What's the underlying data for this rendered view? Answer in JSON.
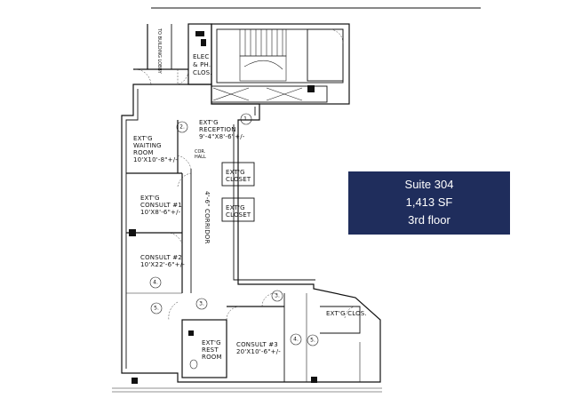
{
  "suite_box": {
    "line1": "Suite 304",
    "line2": "1,413 SF",
    "line3": "3rd floor",
    "background": "#1f2d5c",
    "text_color": "#ffffff"
  },
  "plan": {
    "to_lobby": "TO BUILDING LOBBY",
    "elec_closet": [
      "ELEC",
      "& PH.",
      "CLOS."
    ],
    "reception": [
      "EXT'G",
      "RECEPTION",
      "9'-4\"X8'-6\"+/-"
    ],
    "waiting": [
      "EXT'G",
      "WAITING",
      "ROOM",
      "10'X10'-8\"+/-"
    ],
    "cor_hall": [
      "COR.",
      "HALL"
    ],
    "closet_a": [
      "EXT'G",
      "CLOSET"
    ],
    "closet_b": [
      "EXT'G",
      "CLOSET"
    ],
    "consult1": [
      "EXT'G",
      "CONSULT #1",
      "10'X8'-6\"+/-"
    ],
    "corridor": "4'-6\" CORRIDOR",
    "consult2": [
      "CONSULT #2",
      "10'X22'-6\"+/-"
    ],
    "restroom": [
      "EXT'G",
      "REST",
      "ROOM"
    ],
    "consult3": [
      "CONSULT #3",
      "20'X10'-6\"+/-"
    ],
    "ext_clos": "EXT'G CLOS.",
    "markers": [
      "1.",
      "2.",
      "3.",
      "3.",
      "4.",
      "4.",
      "5.",
      "5."
    ]
  }
}
